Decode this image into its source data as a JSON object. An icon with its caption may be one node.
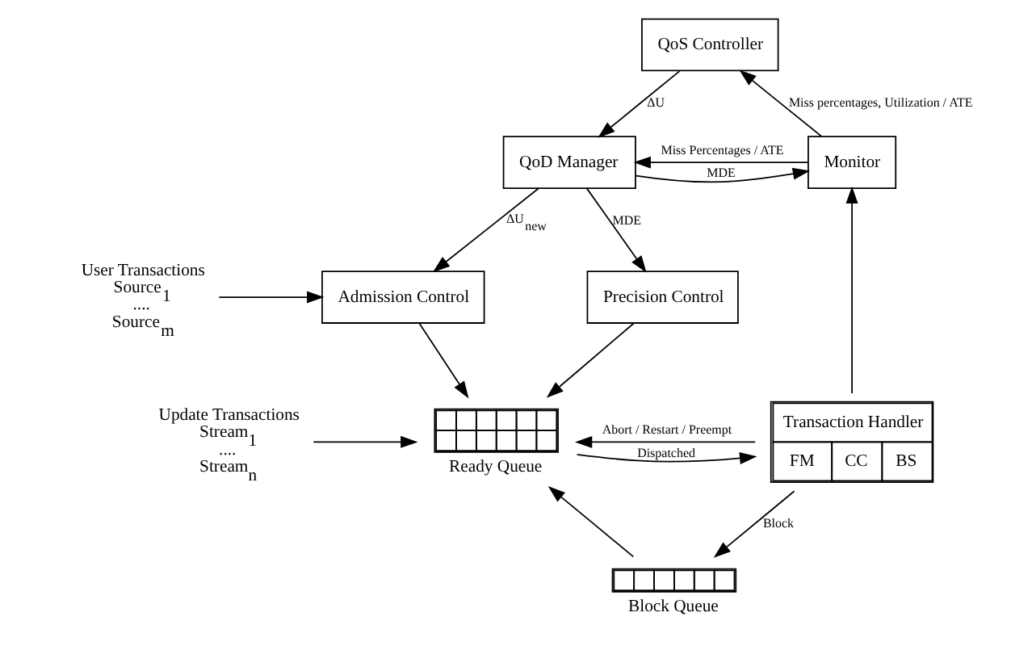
{
  "diagram": {
    "nodes": [
      {
        "text": [
          "QoS Controller"
        ]
      },
      {
        "text": [
          "QoD Manager"
        ]
      },
      {
        "text": [
          "Monitor"
        ]
      },
      {
        "text": [
          "User Transactions",
          "Source$_{1}$ .... Source$_{m}$"
        ]
      },
      {
        "text": [
          "Admission Control"
        ]
      },
      {
        "text": [
          "Precision Control"
        ]
      },
      {
        "text": [
          "Update Transactions",
          "Stream$_{1}$ .... Stream$_{n}$"
        ]
      },
      {
        "text": [
          "Ready Queue"
        ]
      },
      {
        "text": [
          "Transaction Handler",
          "FM",
          "CC",
          "BS"
        ]
      },
      {
        "text": [
          "Block Queue"
        ]
      }
    ],
    "edges": [
      {
        "from": 0,
        "to": 1,
        "arrow": "to",
        "label": "ΔU"
      },
      {
        "from": 1,
        "to": 2,
        "arrow": "to",
        "label": "MDE"
      },
      {
        "from": 2,
        "to": 1,
        "arrow": "to",
        "label": "Miss Percentages / ATE"
      },
      {
        "from": 2,
        "to": 0,
        "arrow": "to",
        "label": "Miss percentages, Utilization / ATE"
      },
      {
        "from": 1,
        "to": 4,
        "arrow": "to",
        "label": "ΔU$_{new}$"
      },
      {
        "from": 1,
        "to": 5,
        "arrow": "to",
        "label": "MDE"
      },
      {
        "from": 3,
        "to": 4,
        "arrow": "to"
      },
      {
        "from": 4,
        "to": 7,
        "arrow": "to"
      },
      {
        "from": 5,
        "to": 7,
        "arrow": "to"
      },
      {
        "from": 6,
        "to": 7,
        "arrow": "to"
      },
      {
        "from": 7,
        "to": 8,
        "arrow": "to",
        "label": "Dispatched"
      },
      {
        "from": 8,
        "to": 7,
        "arrow": "to",
        "label": "Abort / Restart / Preempt"
      },
      {
        "from": 8,
        "to": 2,
        "arrow": "to"
      },
      {
        "from": 8,
        "to": 9,
        "arrow": "to",
        "label": "Block"
      },
      {
        "from": 9,
        "to": 7,
        "arrow": "to"
      }
    ]
  }
}
